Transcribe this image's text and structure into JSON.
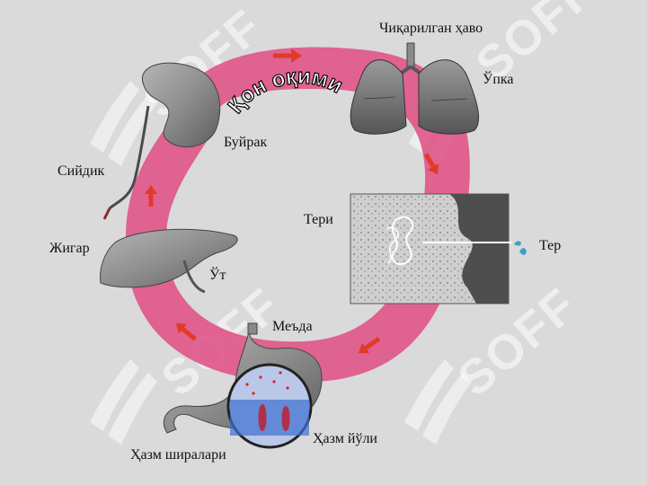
{
  "title": "Қон оқими",
  "watermark": "SOFF",
  "labels": {
    "exhaled_air": "Чиқарилган ҳаво",
    "lungs": "Ўпка",
    "kidney": "Буйрак",
    "urine": "Сийдик",
    "skin": "Тери",
    "sweat": "Тер",
    "liver": "Жигар",
    "bile": "Ўт",
    "stomach": "Меъда",
    "intestine": "Ҳазм йўли",
    "digestive_juices": "Ҳазм ширалари"
  },
  "colors": {
    "background": "#dadada",
    "blood_ring": "#e0588a",
    "arrow": "#e23a2a",
    "organ": "#8c8c8c"
  }
}
